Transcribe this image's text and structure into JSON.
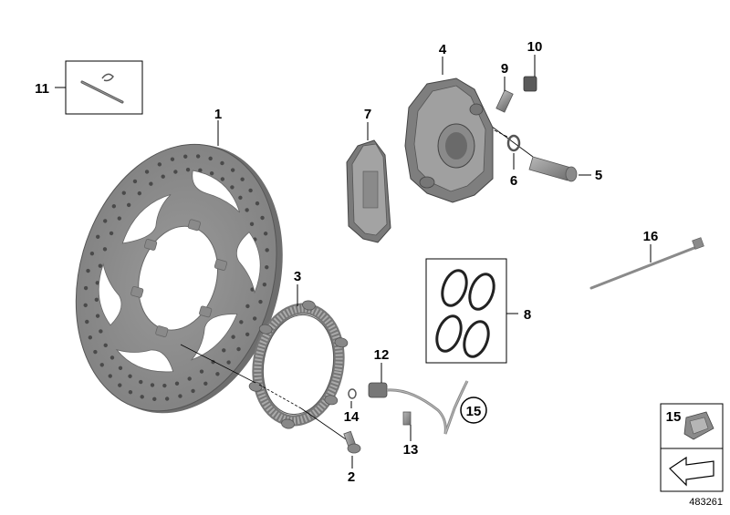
{
  "diagram": {
    "callouts": [
      {
        "id": "c1",
        "label": "1"
      },
      {
        "id": "c2",
        "label": "2"
      },
      {
        "id": "c3",
        "label": "3"
      },
      {
        "id": "c4",
        "label": "4"
      },
      {
        "id": "c5",
        "label": "5"
      },
      {
        "id": "c6",
        "label": "6"
      },
      {
        "id": "c7",
        "label": "7"
      },
      {
        "id": "c8",
        "label": "8"
      },
      {
        "id": "c9",
        "label": "9"
      },
      {
        "id": "c10",
        "label": "10"
      },
      {
        "id": "c11",
        "label": "11"
      },
      {
        "id": "c12",
        "label": "12"
      },
      {
        "id": "c13",
        "label": "13"
      },
      {
        "id": "c14",
        "label": "14"
      },
      {
        "id": "c15",
        "label": "15"
      },
      {
        "id": "c16",
        "label": "16"
      }
    ],
    "circled_reference": "15",
    "legend_box_label": "15",
    "image_number": "483261"
  },
  "colors": {
    "line": "#000000",
    "part_fill": "#8c8c8c",
    "part_dark": "#5e5e5e",
    "part_light": "#b5b5b5"
  }
}
